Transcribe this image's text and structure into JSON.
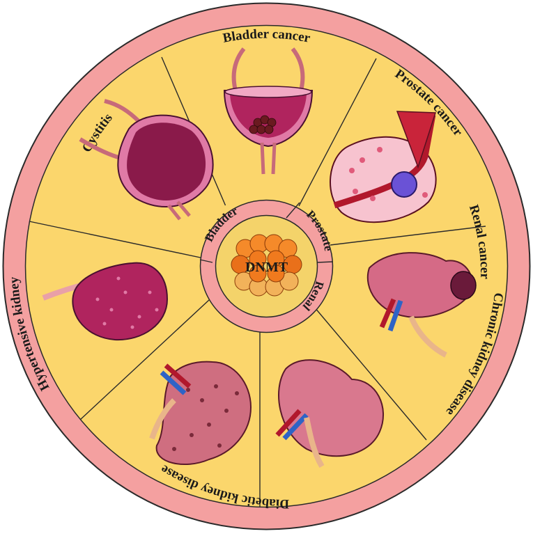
{
  "center": {
    "label": "DNMT",
    "icon": "dnmt-molecule-icon"
  },
  "inner_ring": [
    {
      "key": "bladder",
      "label": "Bladder"
    },
    {
      "key": "prostate",
      "label": "Prostate"
    },
    {
      "key": "renal",
      "label": "Renal"
    }
  ],
  "outer_ring": [
    {
      "key": "bladder-cancer",
      "label": "Bladder cancer",
      "icon": "bladder-tumor-icon"
    },
    {
      "key": "prostate-cancer",
      "label": "Prostate cancer",
      "icon": "prostate-tumor-icon"
    },
    {
      "key": "renal-cancer",
      "label": "Renal cancer",
      "icon": "kidney-tumor-icon"
    },
    {
      "key": "chronic-kidney-disease",
      "label": "Chronic kidney disease",
      "icon": "kidney-icon"
    },
    {
      "key": "diabetic-kidney-disease",
      "label": "Diabetic kidney disease",
      "icon": "spotted-kidney-icon"
    },
    {
      "key": "hypertensive-kidney",
      "label": "Hypertensive kidney",
      "icon": "granular-kidney-icon"
    },
    {
      "key": "cystitis",
      "label": "Cystitis",
      "icon": "inflamed-bladder-icon"
    }
  ],
  "colors": {
    "ring_pink": "#f4a0a0",
    "sector_yellow": "#fbd66c",
    "center_yellow": "#f4d36a",
    "outline": "#2a2a2a",
    "organ_magenta": "#b0245e",
    "kidney_pink": "#d56a86",
    "vessel_red": "#b1182c",
    "vessel_blue": "#2e63c6",
    "molecule_orange": "#f07a1e"
  }
}
